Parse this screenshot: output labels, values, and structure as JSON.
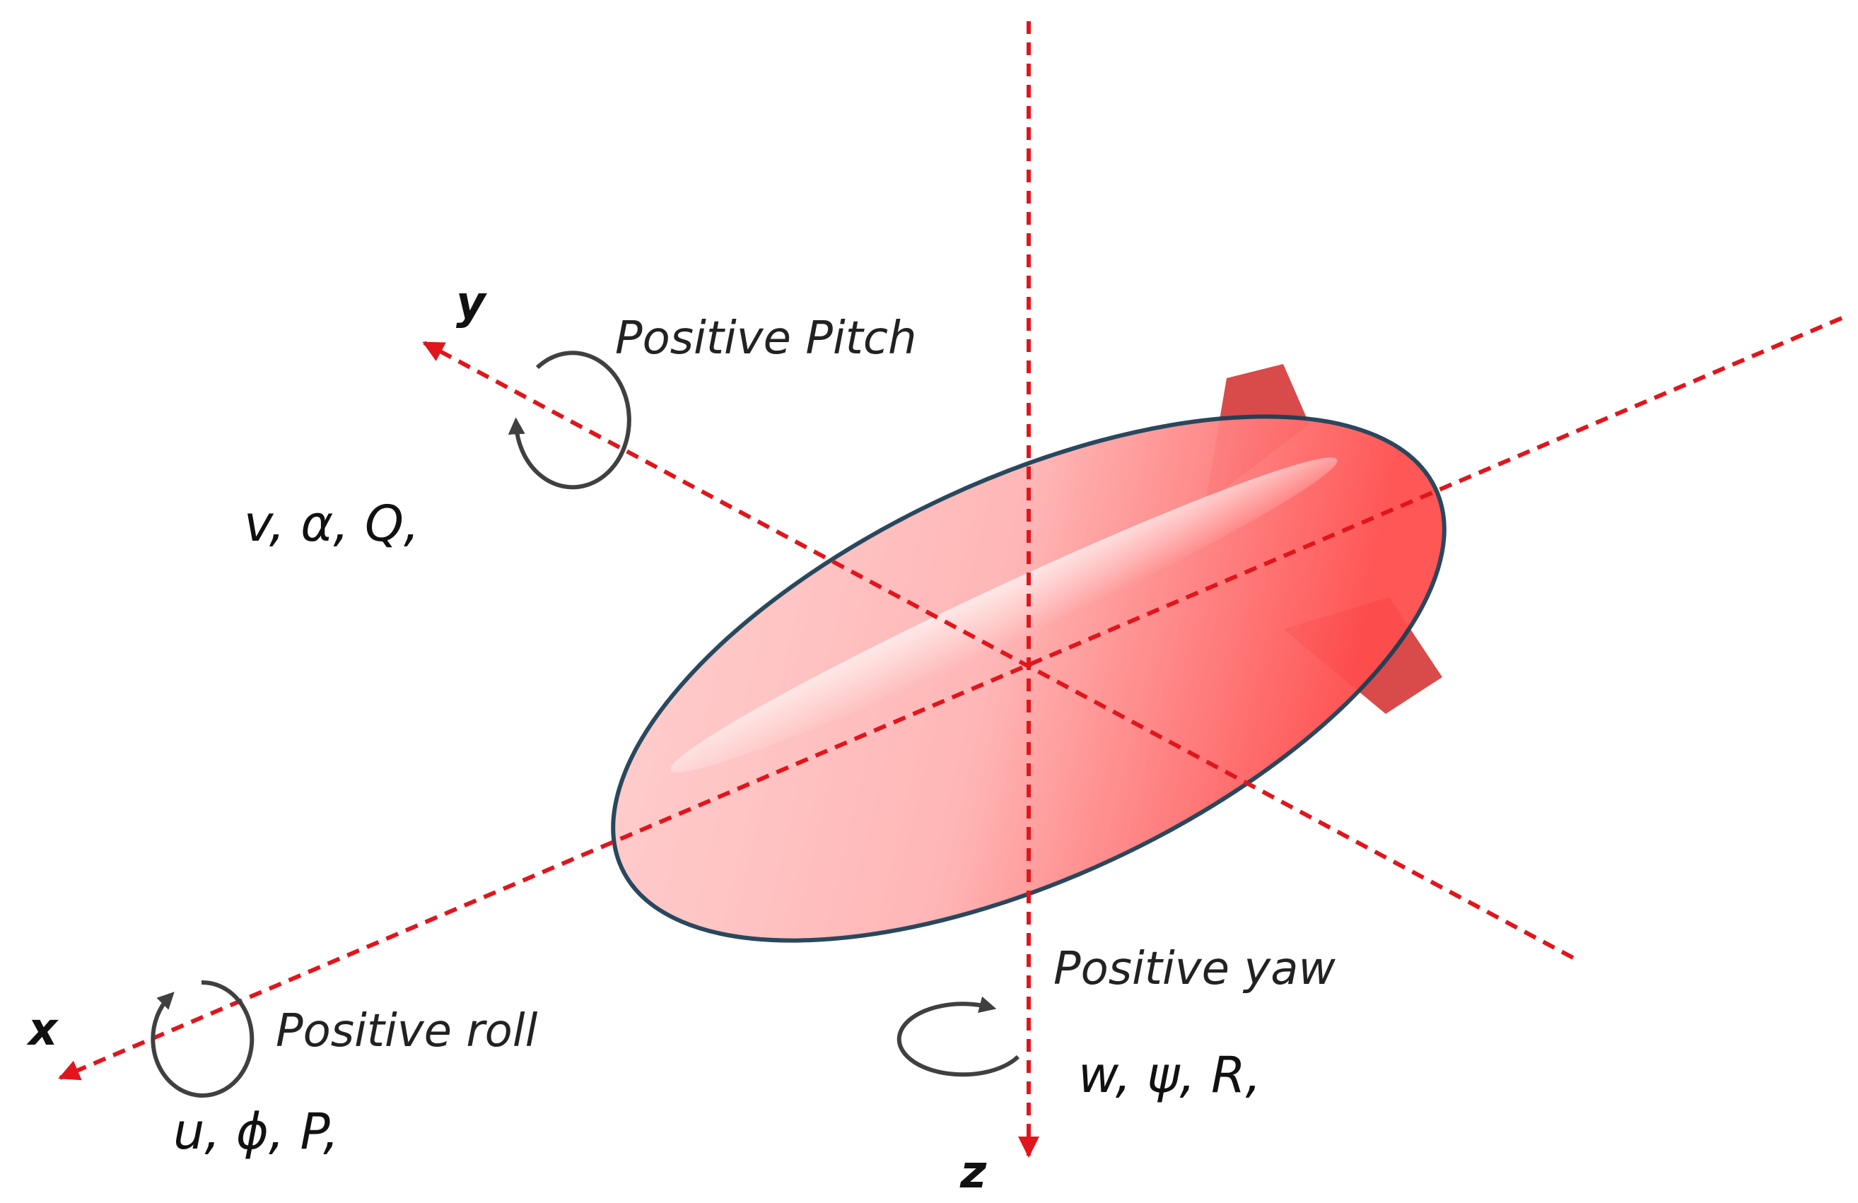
{
  "axes": {
    "x": {
      "label": "x",
      "motion": "Positive roll",
      "variables": "u, ϕ, P,"
    },
    "y": {
      "label": "y",
      "motion": "Positive Pitch",
      "variables": "v, α, Q,"
    },
    "z": {
      "label": "z",
      "motion": "Positive yaw",
      "variables": "w, ψ, R,"
    }
  },
  "colors": {
    "axis": "#e0161c",
    "body_light": "#ffd2d2",
    "body_dark": "#ff5a5a",
    "outline": "#1e3f55",
    "fins": "#d94a4a",
    "rotation_arrow": "#404040"
  },
  "icons": [
    "rotation-arrow-icon"
  ]
}
